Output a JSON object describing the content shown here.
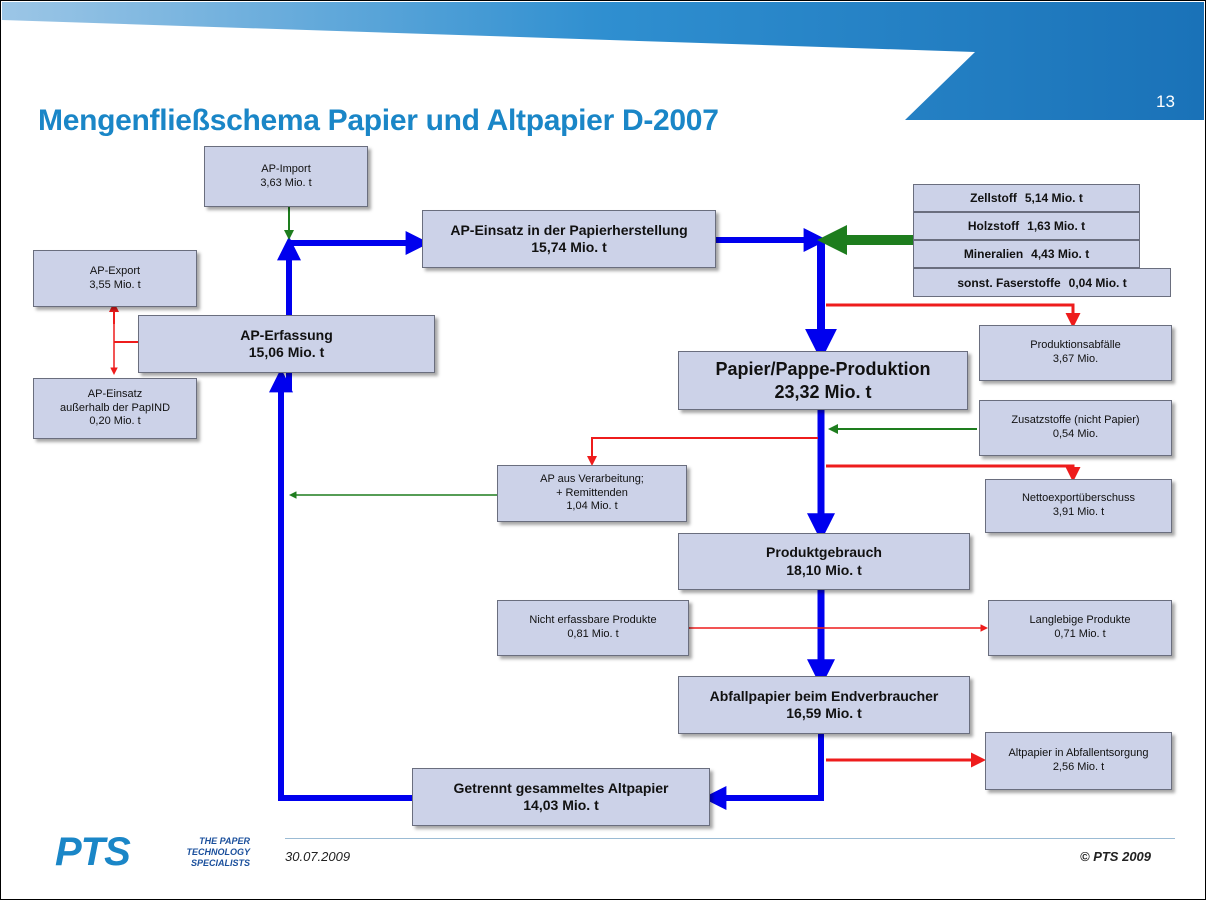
{
  "slide": {
    "title": "Mengenfließschema Papier und Altpapier D-2007",
    "page_number": "13",
    "date": "30.07.2009",
    "copyright": "© PTS 2009",
    "logo": {
      "name": "PTS",
      "tagline": [
        "THE PAPER",
        "TECHNOLOGY",
        "SPECIALISTS"
      ]
    }
  },
  "boxes": {
    "ap_import": {
      "label": "AP-Import",
      "value": "3,63 Mio. t"
    },
    "ap_export": {
      "label": "AP-Export",
      "value": "3,55 Mio. t"
    },
    "ap_erfassung": {
      "label": "AP-Erfassung",
      "value": "15,06 Mio. t"
    },
    "ap_ausserhalb": {
      "label1": "AP-Einsatz",
      "label2": "außerhalb der PapIND",
      "value": "0,20 Mio. t"
    },
    "ap_einsatz": {
      "label": "AP-Einsatz in der Papierherstellung",
      "value": "15,74 Mio. t"
    },
    "produktion": {
      "label": "Papier/Pappe-Produktion",
      "value": "23,32 Mio. t"
    },
    "produktionsabfaelle": {
      "label": "Produktionsabfälle",
      "value": "3,67 Mio."
    },
    "zusatzstoffe": {
      "label": "Zusatzstoffe (nicht Papier)",
      "value": "0,54 Mio."
    },
    "ap_verarbeitung": {
      "label1": "AP aus Verarbeitung;",
      "label2": "+ Remittenden",
      "value": "1,04 Mio. t"
    },
    "nettoexport": {
      "label": "Nettoexportüberschuss",
      "value": "3,91 Mio. t"
    },
    "produktgebrauch": {
      "label": "Produktgebrauch",
      "value": "18,10 Mio. t"
    },
    "nicht_erfassbar": {
      "label": "Nicht erfassbare Produkte",
      "value": "0,81 Mio. t"
    },
    "langlebig": {
      "label": "Langlebige Produkte",
      "value": "0,71 Mio. t"
    },
    "abfallpapier": {
      "label": "Abfallpapier beim Endverbraucher",
      "value": "16,59 Mio. t"
    },
    "abfallentsorgung": {
      "label": "Altpapier in Abfallentsorgung",
      "value": "2,56 Mio. t"
    },
    "getrennt": {
      "label": "Getrennt gesammeltes Altpapier",
      "value": "14,03 Mio. t"
    }
  },
  "inputs": [
    {
      "label": "Zellstoff",
      "value": "5,14 Mio. t"
    },
    {
      "label": "Holzstoff",
      "value": "1,63 Mio. t"
    },
    {
      "label": "Mineralien",
      "value": "4,43 Mio. t"
    },
    {
      "label": "sonst. Faserstoffe",
      "value": "0,04 Mio. t"
    }
  ],
  "colors": {
    "main_flow": "#0000ee",
    "output_flow": "#ee1c1c",
    "input_flow": "#1e7d1e",
    "title": "#1a86c7",
    "header": "#1a86c7"
  }
}
